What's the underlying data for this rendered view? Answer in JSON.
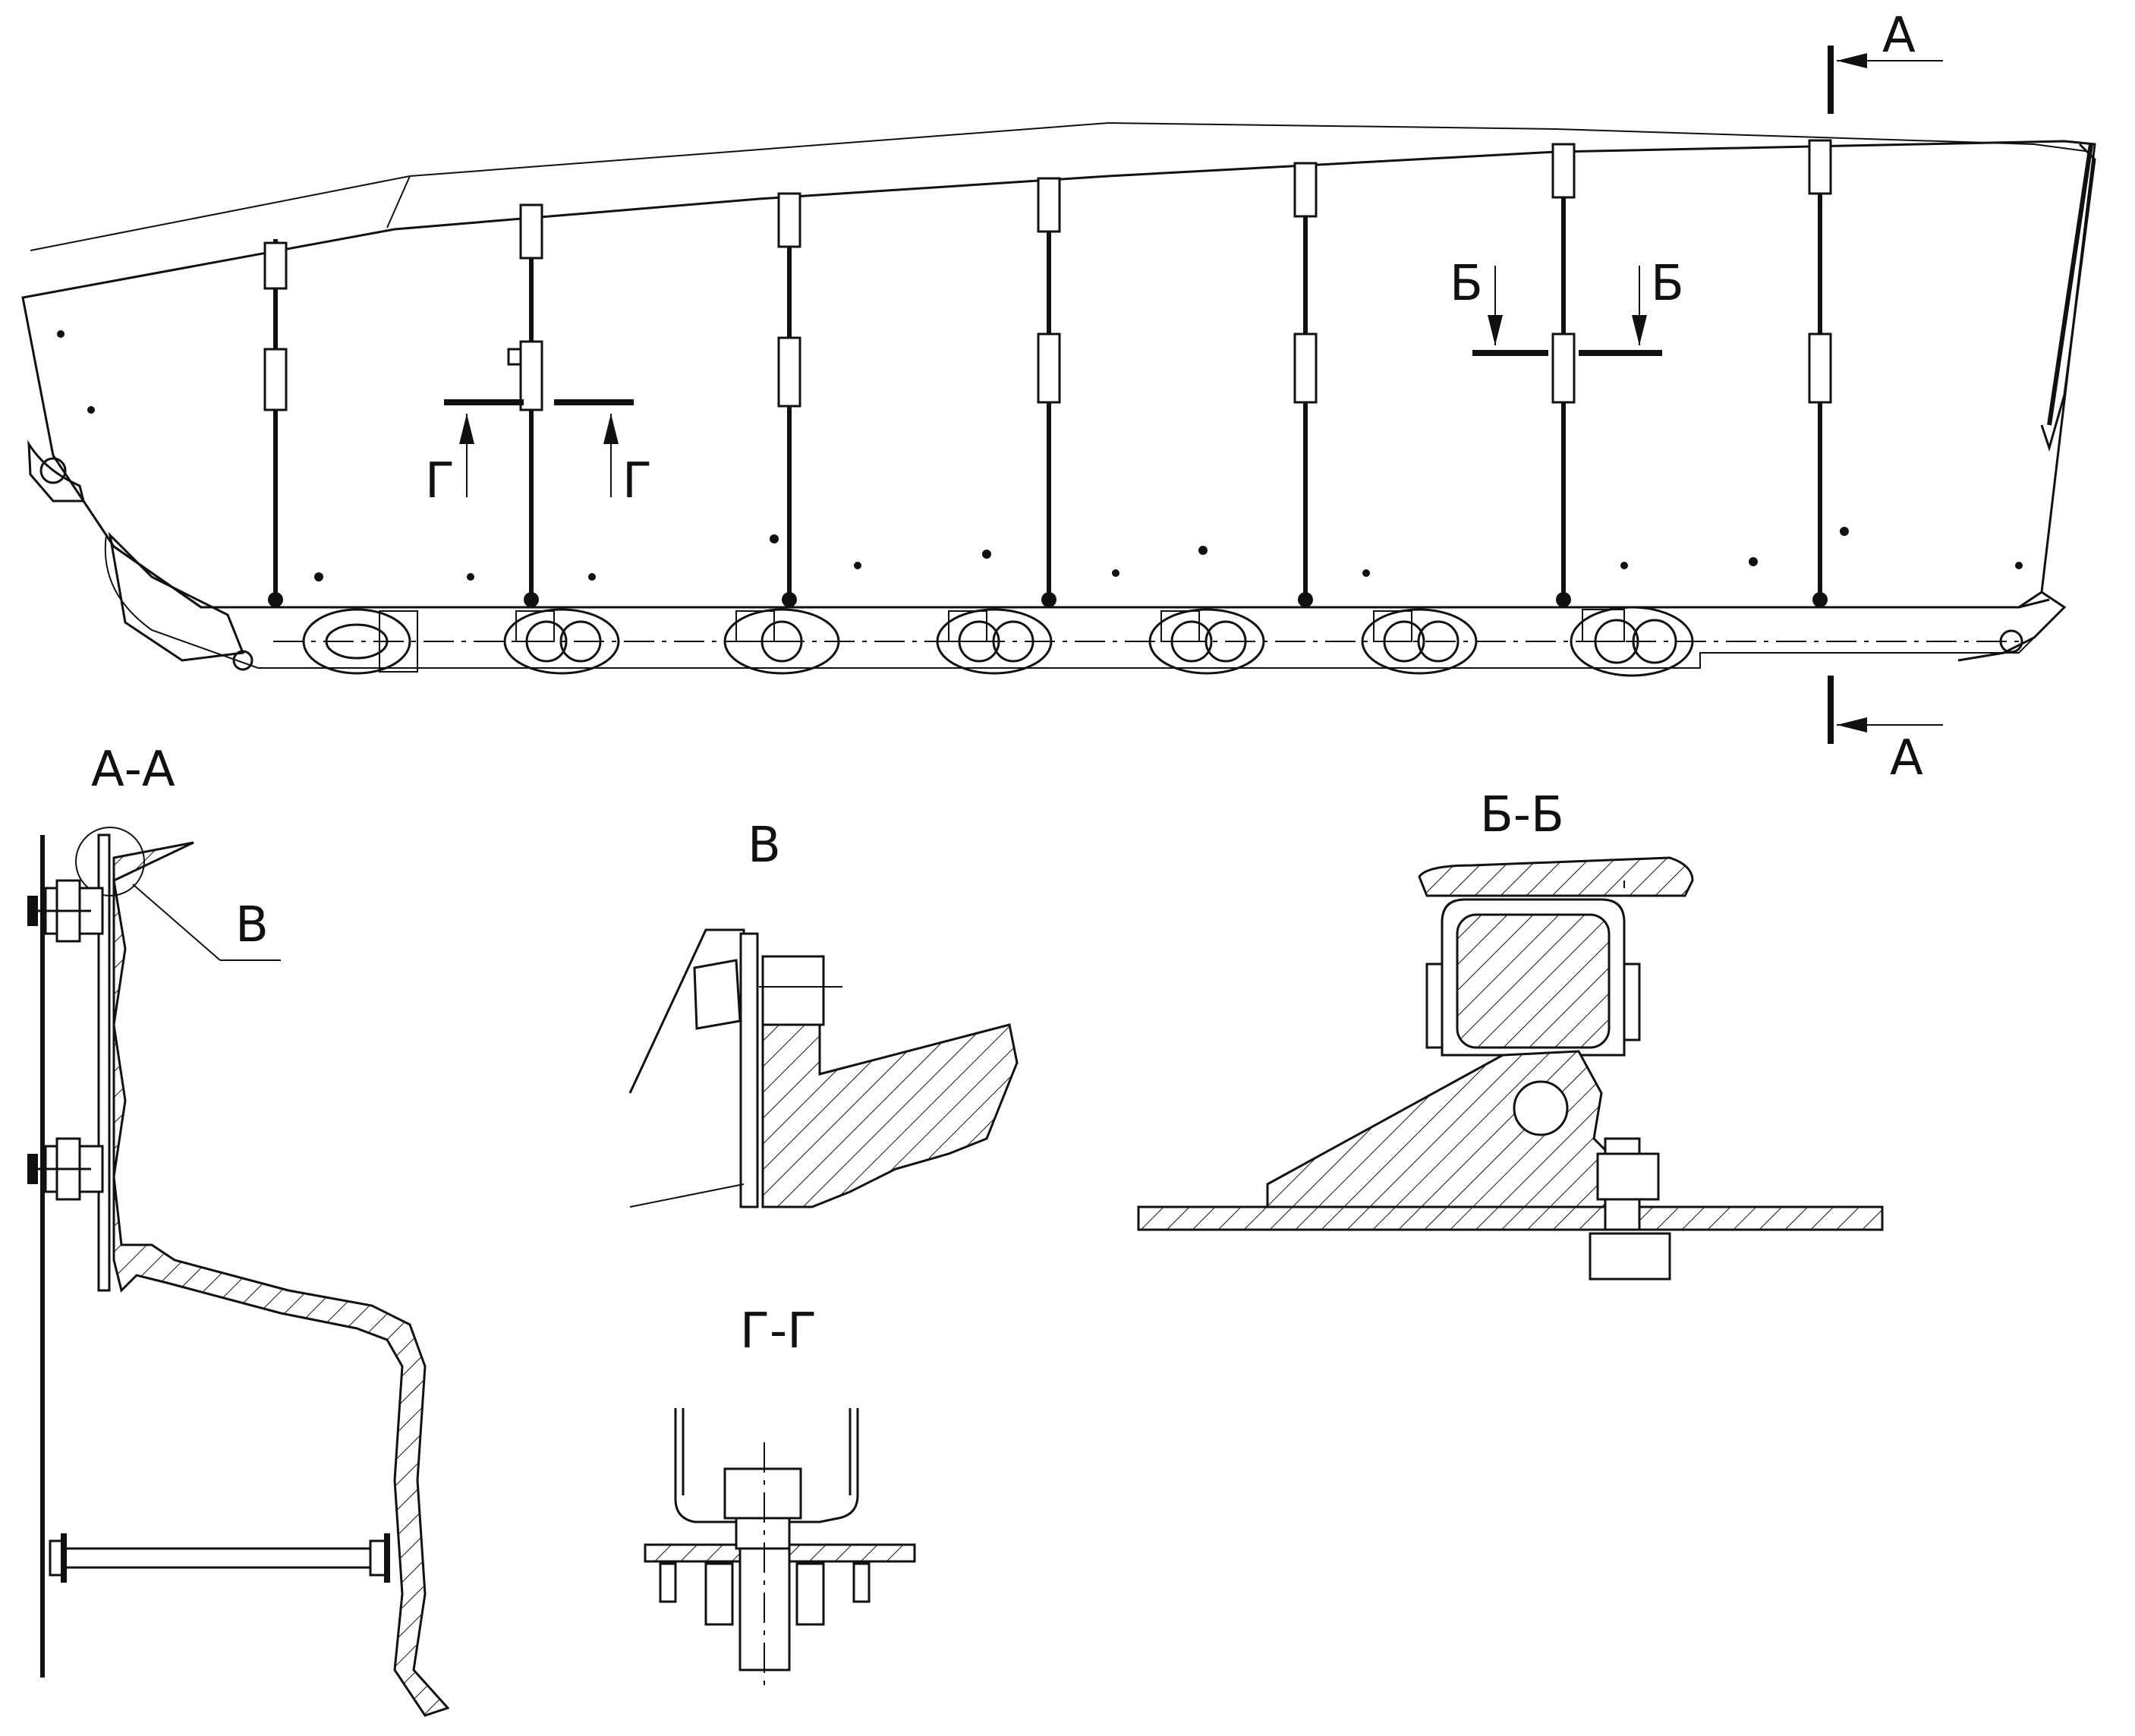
{
  "labels": {
    "section_a_top": "А",
    "section_a_bottom": "А",
    "section_b_left": "Б",
    "section_b_right": "Б",
    "section_g_left": "Г",
    "section_g_right": "Г",
    "view_aa_title": "А-А",
    "view_v_callout": "В",
    "view_v_title": "В",
    "view_bb_title": "Б-Б",
    "view_gg_title": "Г-Г"
  }
}
